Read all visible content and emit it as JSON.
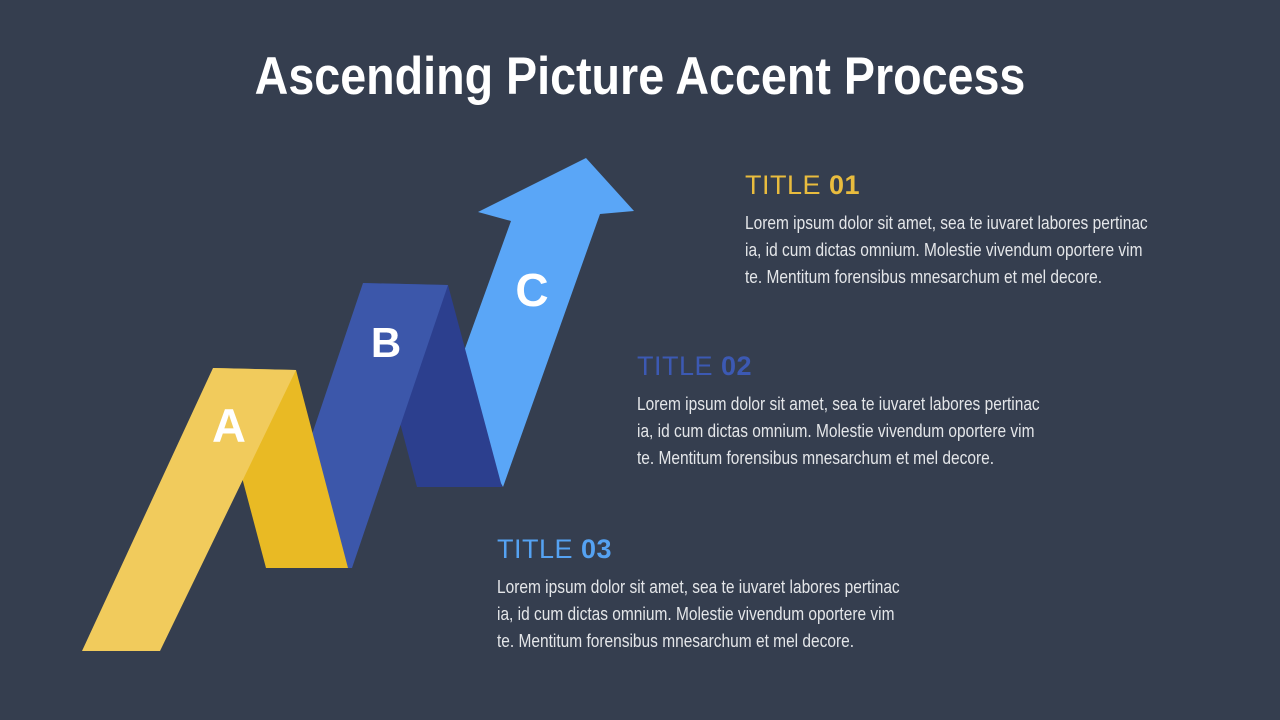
{
  "slide": {
    "title": "Ascending Picture Accent Process"
  },
  "colors": {
    "background": "#353E4F",
    "yellow_light": "#F1CB5C",
    "yellow_dark": "#E9BA24",
    "blue_mid": "#3C57AA",
    "blue_dark": "#2C3F8E",
    "arrow_blue": "#5AA6F7",
    "title_text": "#FFFFFF",
    "body_text": "#E4E6E9"
  },
  "diagram": {
    "segments": [
      {
        "letter": "A",
        "color": "#F1CB5C"
      },
      {
        "letter": "B",
        "color": "#3C57AA"
      },
      {
        "letter": "C",
        "color": "#5AA6F7"
      }
    ]
  },
  "items": [
    {
      "title_label": "TITLE",
      "title_number": "01",
      "color": "#E9BC3E",
      "body": "Lorem ipsum dolor sit amet, sea te iuvaret labores pertinac\nia, id cum dictas omnium. Molestie vivendum oportere vim\nte. Mentitum forensibus mnesarchum et mel decore."
    },
    {
      "title_label": "TITLE",
      "title_number": "02",
      "color": "#3C59B3",
      "body": "Lorem ipsum dolor sit amet, sea te iuvaret labores pertinac\nia, id cum dictas omnium. Molestie vivendum oportere vim\nte. Mentitum forensibus mnesarchum et mel decore."
    },
    {
      "title_label": "TITLE",
      "title_number": "03",
      "color": "#55A2F2",
      "body": "Lorem ipsum dolor sit amet, sea te iuvaret labores pertinac\nia, id cum dictas omnium. Molestie vivendum oportere vim\nte. Mentitum forensibus mnesarchum et mel decore."
    }
  ]
}
